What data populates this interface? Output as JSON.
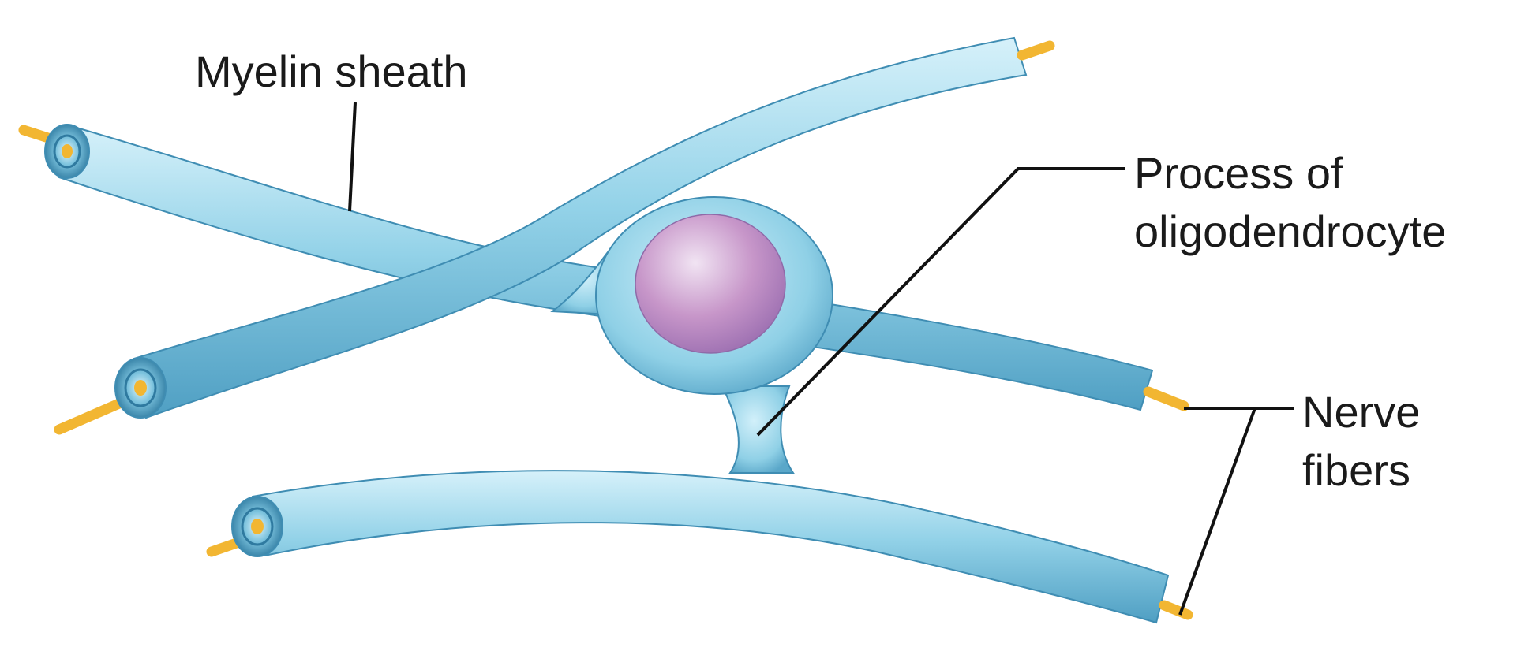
{
  "labels": {
    "myelin_sheath": "Myelin sheath",
    "process_line1": "Process of",
    "process_line2": "oligodendrocyte",
    "nerve_line1": "Nerve",
    "nerve_line2": "fibers"
  },
  "colors": {
    "sheath": "#8ccfe6",
    "sheath_light": "#c9ecf7",
    "sheath_dark": "#4d9cc0",
    "axon": "#f2b632",
    "nucleus": "#c795c8",
    "leader": "#111111"
  }
}
